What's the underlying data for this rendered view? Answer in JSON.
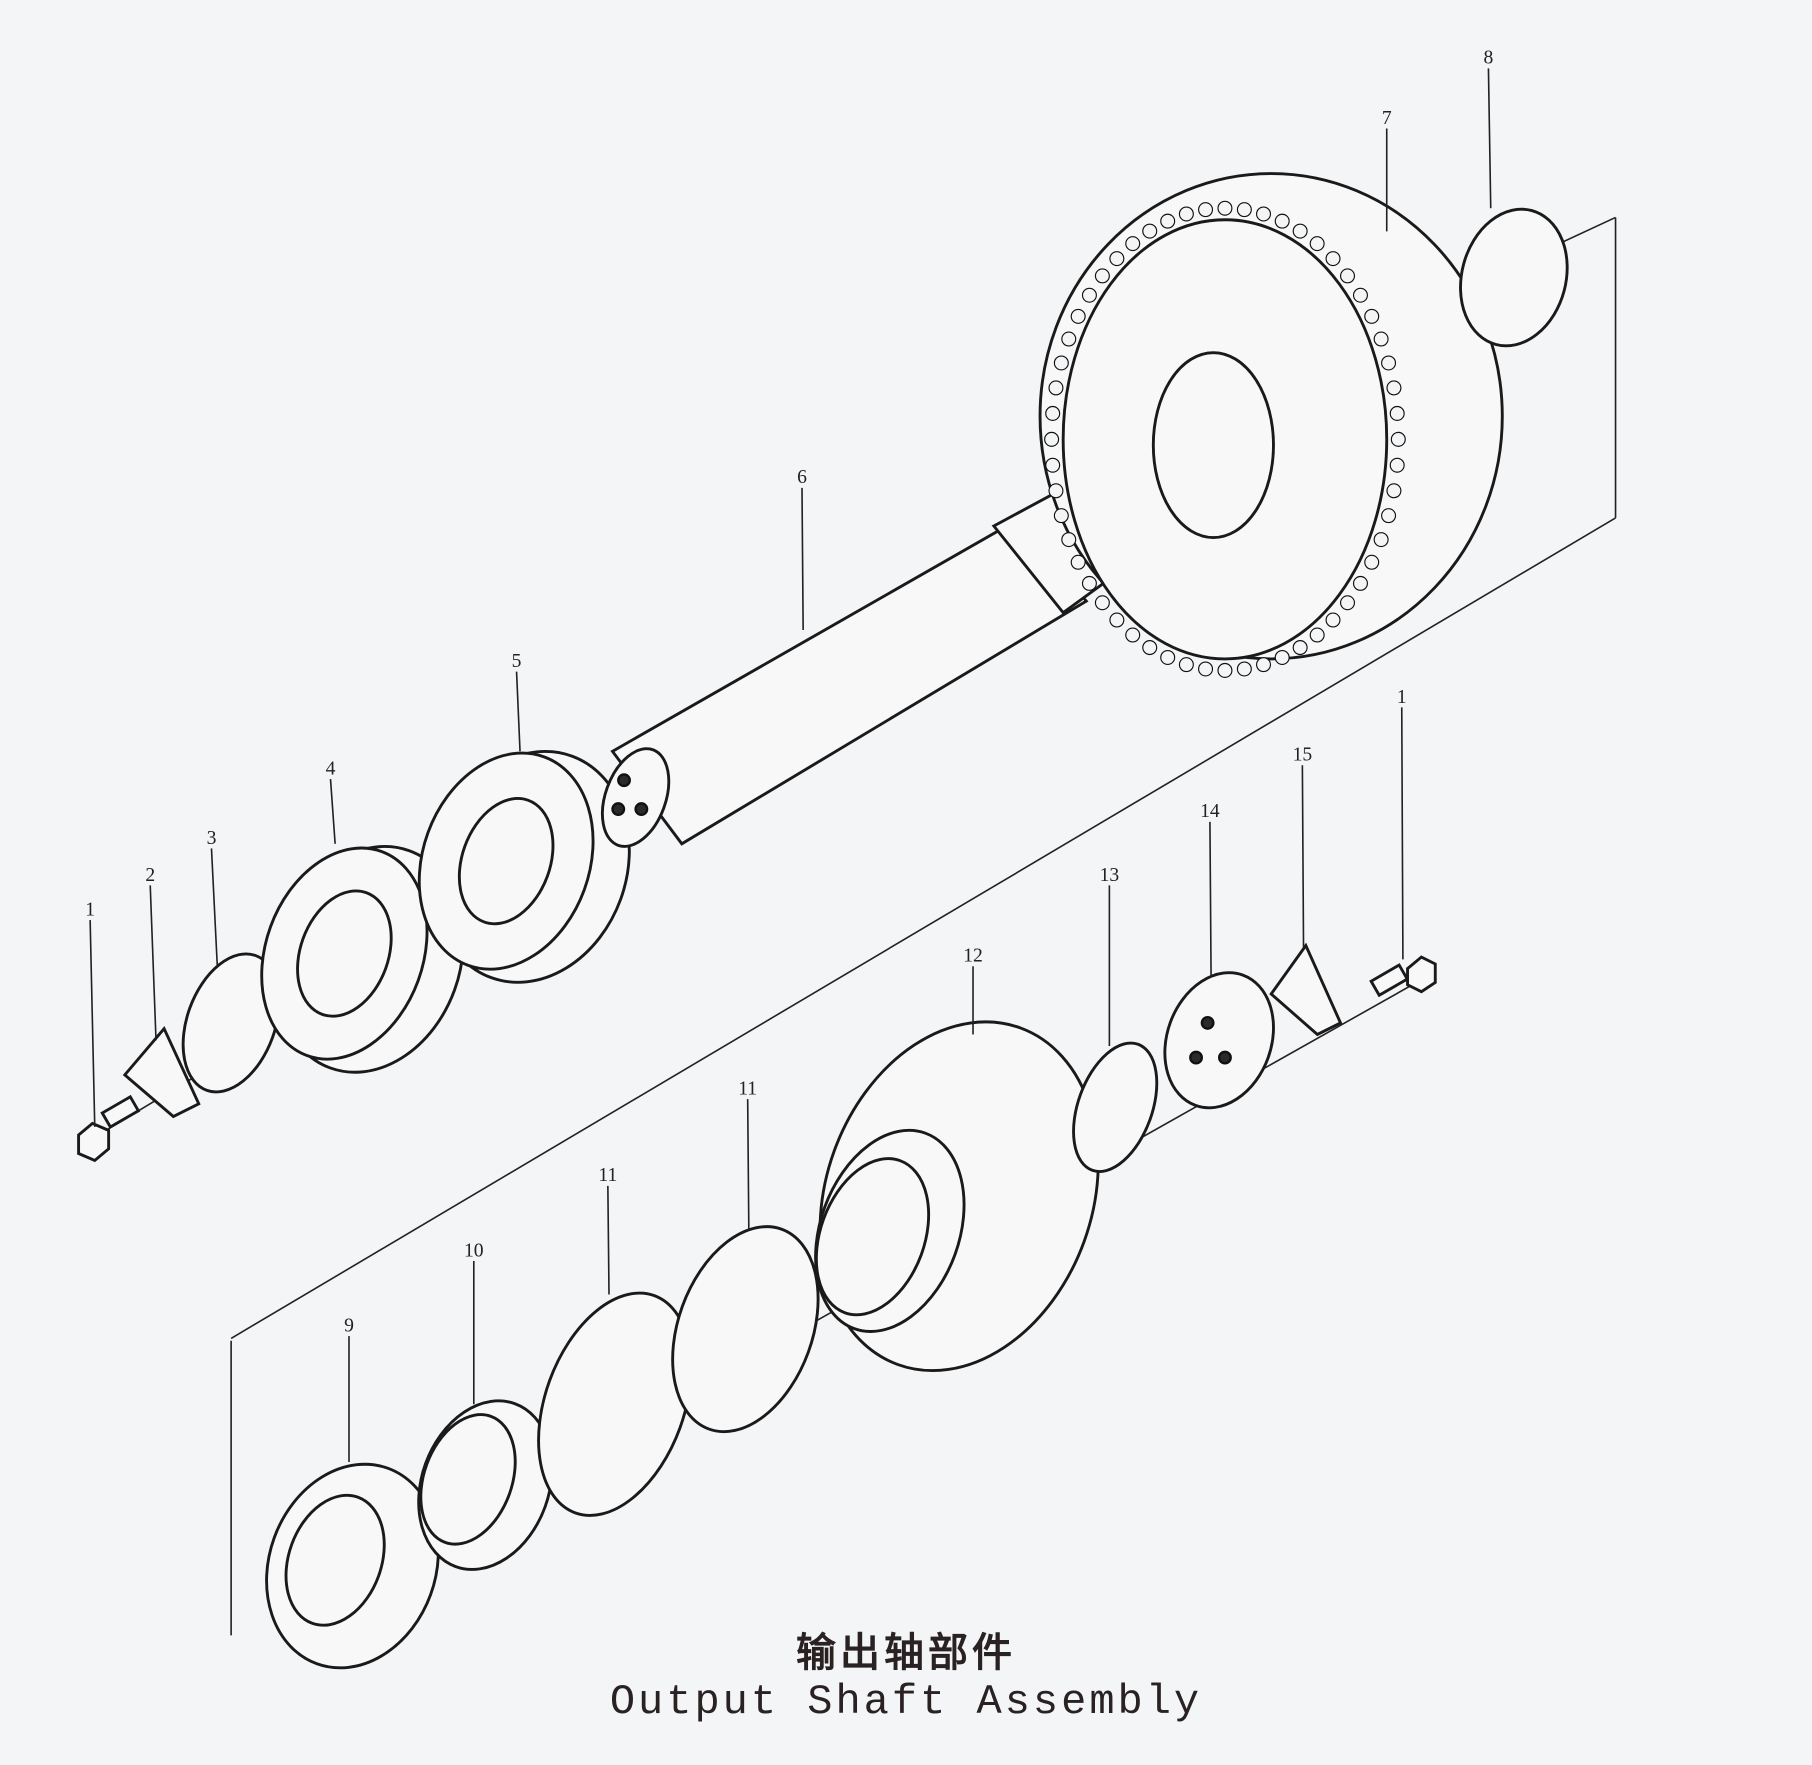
{
  "diagram": {
    "title_cn": "输出轴部件",
    "title_en": "Output Shaft Assembly",
    "part_labels": [
      "1",
      "2",
      "3",
      "4",
      "5",
      "6",
      "7",
      "8",
      "9",
      "10",
      "11",
      "11",
      "12",
      "13",
      "14",
      "15",
      "1"
    ],
    "ink_color": "#1a1a1a",
    "paper_color": "#f4f5f7"
  }
}
